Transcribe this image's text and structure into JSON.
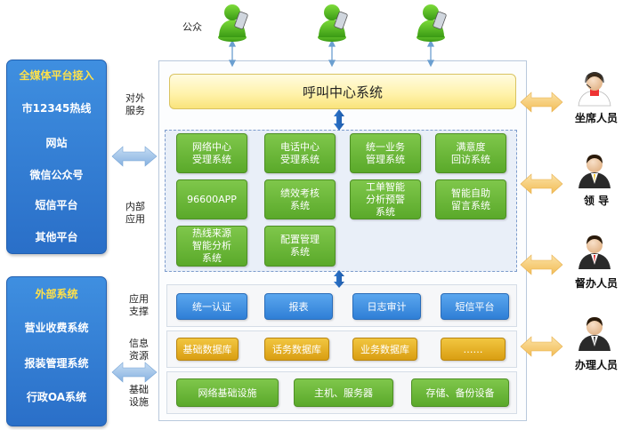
{
  "public_label": "公众",
  "media_panel": {
    "title": "全媒体平台接入",
    "items": [
      "市12345热线",
      "网站",
      "微信公众号",
      "短信平台",
      "其他平台"
    ]
  },
  "external_panel": {
    "title": "外部系统",
    "items": [
      "营业收费系统",
      "报装管理系统",
      "行政OA系统"
    ]
  },
  "side_labels": {
    "external_service": "对外\n服务",
    "internal_app": "内部\n应用",
    "app_support": "应用\n支撑",
    "info_resource": "信息\n资源",
    "infrastructure": "基础\n设施"
  },
  "call_center": "呼叫中心系统",
  "internal_apps": [
    "网络中心\n受理系统",
    "电话中心\n受理系统",
    "统一业务\n管理系统",
    "满意度\n回访系统",
    "96600APP",
    "绩效考核\n系统",
    "工单智能\n分析预警\n系统",
    "智能自助\n留言系统",
    "热线来源\n智能分析\n系统",
    "配置管理\n系统"
  ],
  "support": [
    "统一认证",
    "报表",
    "日志审计",
    "短信平台"
  ],
  "databases": [
    "基础数据库",
    "话务数据库",
    "业务数据库",
    "……"
  ],
  "infra": [
    "网络基础设施",
    "主机、服务器",
    "存储、备份设备"
  ],
  "roles": [
    "坐席人员",
    "领 导",
    "督办人员",
    "办理人员"
  ],
  "colors": {
    "panel_blue": "#2f78cf",
    "panel_title": "#ffe14a",
    "app_green": "#5aa92a",
    "support_blue": "#2f7fd6",
    "db_gold": "#d99e12",
    "call_center_yellow": "#fff2a8",
    "arrow_orange": "#f7cf7a",
    "arrow_blue": "#9dc3ea"
  },
  "icons": {
    "public": "mobile-user-icon",
    "agent": "headset-agent-icon",
    "leader": "business-person-icon"
  }
}
